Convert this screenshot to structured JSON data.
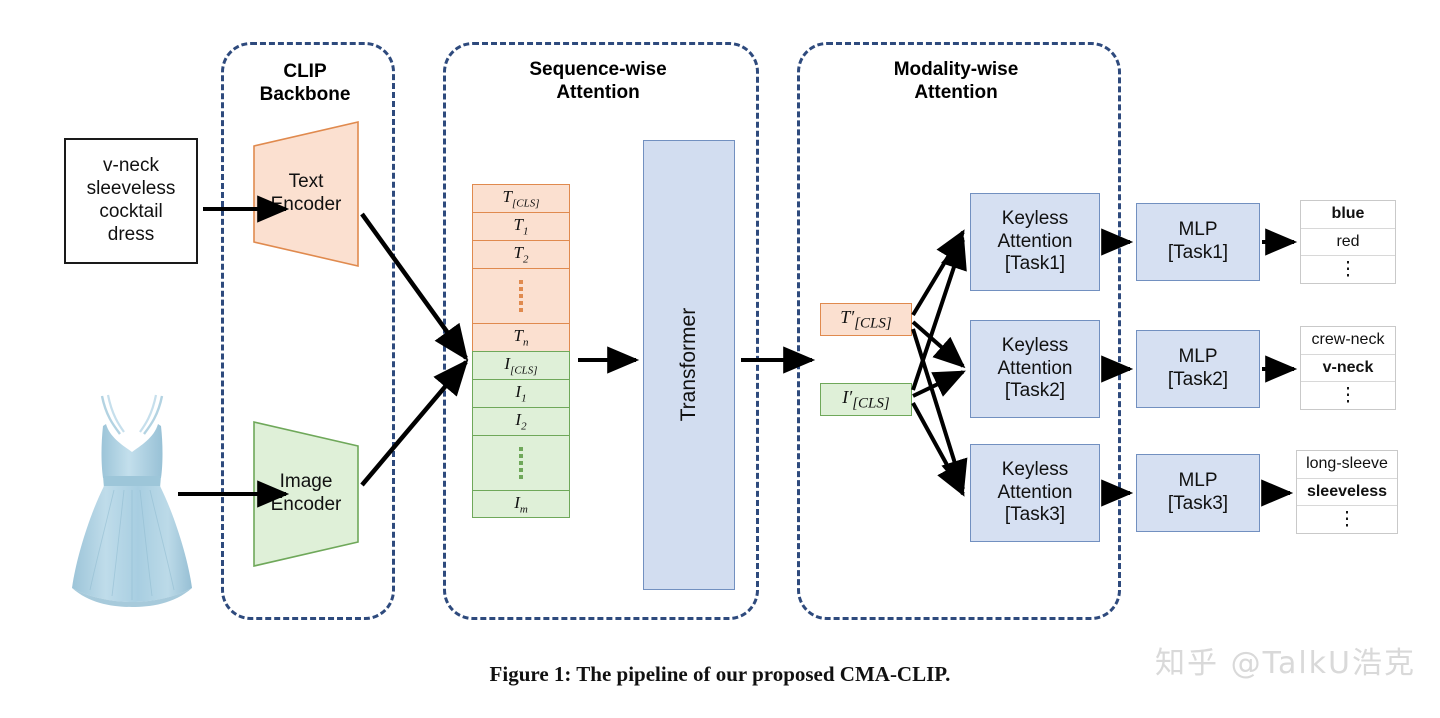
{
  "figure": {
    "caption": "Figure 1: The pipeline of our proposed CMA-CLIP.",
    "watermark": "知乎 @TalkU浩克",
    "background": "#ffffff"
  },
  "colors": {
    "dashed_border": "#2e4a7d",
    "text_fill": "#fbe0d0",
    "text_border": "#e08a4e",
    "image_fill": "#dff0d8",
    "image_border": "#6fa85a",
    "block_fill": "#d6e0f2",
    "block_border": "#7290c0",
    "arrow": "#000000",
    "dress": "#a9cfe0"
  },
  "stages": [
    {
      "id": "clip-backbone",
      "title": "CLIP\nBackbone"
    },
    {
      "id": "sequence-wise",
      "title": "Sequence-wise\nAttention"
    },
    {
      "id": "modality-wise",
      "title": "Modality-wise\nAttention"
    }
  ],
  "input": {
    "text_query": "v-neck\nsleeveless\ncocktail\ndress",
    "image_alt": "light blue sleeveless v-neck cocktail dress"
  },
  "encoders": [
    {
      "id": "text-encoder",
      "label": "Text\nEncoder",
      "modality": "text"
    },
    {
      "id": "image-encoder",
      "label": "Image\nEncoder",
      "modality": "image"
    }
  ],
  "token_sequence": {
    "text_tokens": [
      "T_[CLS]",
      "T_1",
      "T_2",
      "dots",
      "T_n"
    ],
    "image_tokens": [
      "I_[CLS]",
      "I_1",
      "I_2",
      "dots",
      "I_m"
    ],
    "text_cells": [
      {
        "base": "T",
        "sub": "[CLS]",
        "type": "token"
      },
      {
        "base": "T",
        "sub": "1",
        "type": "token"
      },
      {
        "base": "T",
        "sub": "2",
        "type": "token"
      },
      {
        "base": "",
        "sub": "",
        "type": "dots"
      },
      {
        "base": "T",
        "sub": "n",
        "type": "token"
      }
    ],
    "image_cells": [
      {
        "base": "I",
        "sub": "[CLS]",
        "type": "token"
      },
      {
        "base": "I",
        "sub": "1",
        "type": "token"
      },
      {
        "base": "I",
        "sub": "2",
        "type": "token"
      },
      {
        "base": "",
        "sub": "",
        "type": "dots"
      },
      {
        "base": "I",
        "sub": "m",
        "type": "token"
      }
    ]
  },
  "transformer": {
    "label": "Transformer",
    "orientation": "vertical"
  },
  "cls_tokens": [
    {
      "id": "text-cls-prime",
      "base": "T",
      "prime": "'",
      "sub": "[CLS]",
      "modality": "text"
    },
    {
      "id": "image-cls-prime",
      "base": "I",
      "prime": "'",
      "sub": "[CLS]",
      "modality": "image"
    }
  ],
  "task_rows": [
    {
      "id": "task1",
      "attention_label": "Keyless\nAttention\n[Task1]",
      "mlp_label": "MLP\n[Task1]",
      "outputs": [
        {
          "text": "blue",
          "predicted": true
        },
        {
          "text": "red",
          "predicted": false
        },
        {
          "text": "⋮",
          "predicted": false,
          "is_ellipsis": true
        }
      ]
    },
    {
      "id": "task2",
      "attention_label": "Keyless\nAttention\n[Task2]",
      "mlp_label": "MLP\n[Task2]",
      "outputs": [
        {
          "text": "crew-neck",
          "predicted": false
        },
        {
          "text": "v-neck",
          "predicted": true
        },
        {
          "text": "⋮",
          "predicted": false,
          "is_ellipsis": true
        }
      ]
    },
    {
      "id": "task3",
      "attention_label": "Keyless\nAttention\n[Task3]",
      "mlp_label": "MLP\n[Task3]",
      "outputs": [
        {
          "text": "long-sleeve",
          "predicted": false
        },
        {
          "text": "sleeveless",
          "predicted": true
        },
        {
          "text": "⋮",
          "predicted": false,
          "is_ellipsis": true
        }
      ]
    }
  ]
}
